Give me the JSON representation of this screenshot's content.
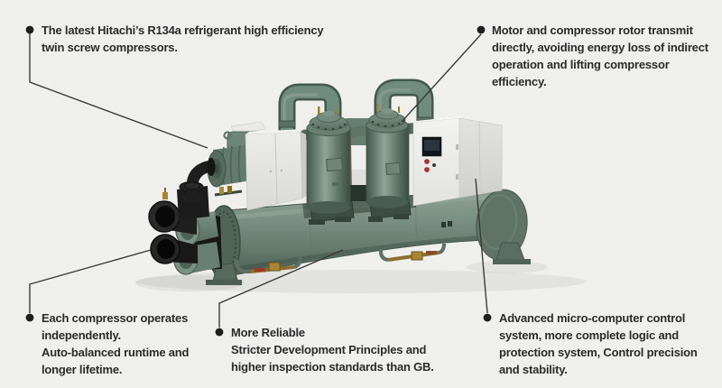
{
  "illustration": {
    "name": "water-cooled-twin-screw-chiller-render",
    "palette": {
      "background": "#efefee",
      "text": "#2b2b2b",
      "leader_line": "#3a3a3a",
      "callout_dot": "#1f1f1f",
      "machine_green": "#74897d",
      "machine_green_light": "#93a89b",
      "machine_green_dark": "#4b5d53",
      "pipe_black": "#1d1d1d",
      "panel_white": "#ececea",
      "electrical_box_gray": "#e4e4e2",
      "brass": "#a8862f",
      "valve_handle_red": "#9c3a28"
    }
  },
  "annotations": {
    "top_left": {
      "lines": [
        "The latest Hitachi’s R134a refrigerant high efficiency",
        "twin screw compressors."
      ]
    },
    "top_right": {
      "lines": [
        "Motor and compressor rotor transmit",
        "directly, avoiding energy loss of indirect",
        "operation and lifting compressor",
        "efficiency."
      ]
    },
    "bottom_left": {
      "lines": [
        "Each compressor operates",
        "independently.",
        "Auto-balanced runtime and",
        "longer lifetime."
      ]
    },
    "bottom_middle": {
      "lines": [
        "More Reliable",
        "Stricter Development Principles and",
        "higher inspection standards than GB."
      ]
    },
    "bottom_right": {
      "lines": [
        "Advanced micro-computer control",
        "system, more complete logic and",
        "protection system, Control precision",
        "and stability."
      ]
    }
  }
}
